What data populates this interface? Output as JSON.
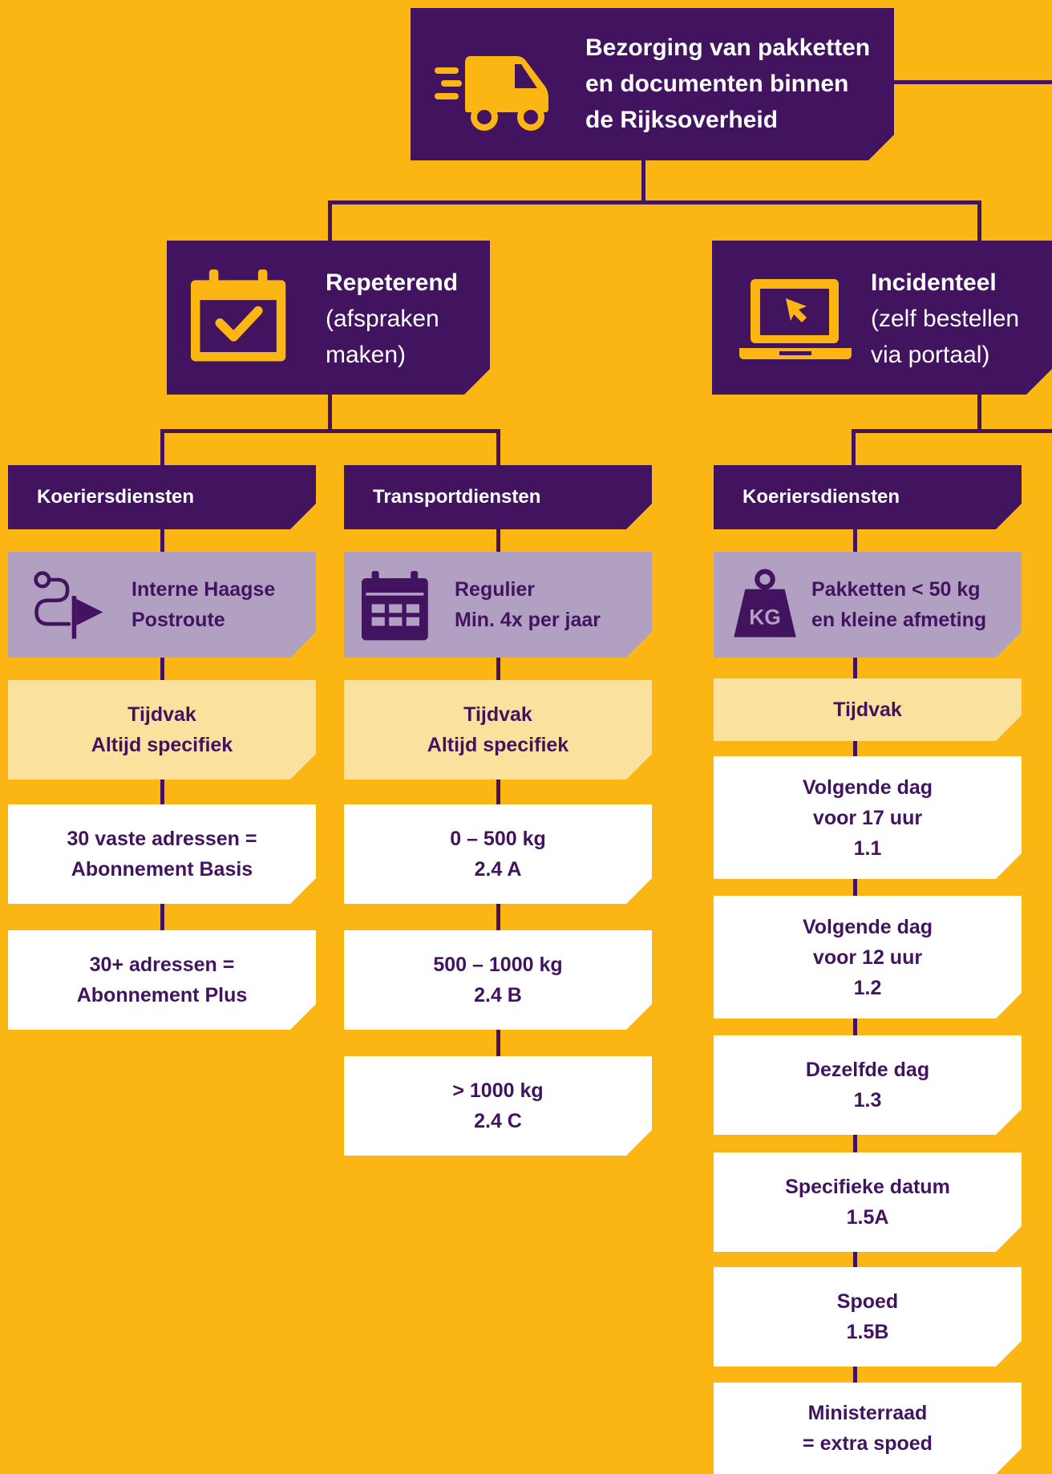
{
  "top": {
    "lines": [
      "Bezorging van pakketten",
      "en documenten binnen",
      "de Rijksoverheid"
    ],
    "icon": "delivery-van-icon"
  },
  "repeterend": {
    "title": "Repeterend",
    "sub1": "(afspraken",
    "sub2": "maken)",
    "icon": "calendar-check-icon"
  },
  "incidenteel": {
    "title": "Incidenteel",
    "sub1": "(zelf bestellen",
    "sub2": "via portaal)",
    "icon": "laptop-cursor-icon"
  },
  "col1": {
    "header": "Koeriersdiensten",
    "service": {
      "line1": "Interne Haagse",
      "line2": "Postroute",
      "icon": "route-flag-icon"
    },
    "tijdvak": {
      "line1": "Tijdvak",
      "line2": "Altijd specifiek"
    },
    "options": [
      {
        "line1": "30 vaste adressen =",
        "line2": "Abonnement Basis"
      },
      {
        "line1": "30+ adressen =",
        "line2": "Abonnement Plus"
      }
    ]
  },
  "col2": {
    "header": "Transportdiensten",
    "service": {
      "line1": "Regulier",
      "line2": "Min. 4x per jaar",
      "icon": "calendar-grid-icon"
    },
    "tijdvak": {
      "line1": "Tijdvak",
      "line2": "Altijd specifiek"
    },
    "options": [
      {
        "line1": "0 – 500 kg",
        "line2": "2.4 A"
      },
      {
        "line1": "500 – 1000 kg",
        "line2": "2.4 B"
      },
      {
        "line1": "> 1000 kg",
        "line2": "2.4 C"
      }
    ]
  },
  "col3": {
    "header": "Koeriersdiensten",
    "service": {
      "line1": "Pakketten < 50 kg",
      "line2": "en kleine afmeting",
      "icon": "weight-kg-icon",
      "icon_text": "KG"
    },
    "tijdvak": {
      "line1": "Tijdvak"
    },
    "options": [
      {
        "lines": [
          "Volgende dag",
          "voor 17 uur",
          "1.1"
        ]
      },
      {
        "lines": [
          "Volgende dag",
          "voor 12 uur",
          "1.2"
        ]
      },
      {
        "lines": [
          "Dezelfde dag",
          "1.3"
        ]
      },
      {
        "lines": [
          "Specifieke datum",
          "1.5A"
        ]
      },
      {
        "lines": [
          "Spoed",
          "1.5B"
        ]
      },
      {
        "lines": [
          "Ministerraad",
          "= extra spoed"
        ]
      }
    ]
  },
  "colors": {
    "background": "#FBB613",
    "dark_purple": "#42145F",
    "lilac": "#B2A0C3",
    "pale_yellow": "#FAE29E",
    "white": "#FFFFFF"
  }
}
